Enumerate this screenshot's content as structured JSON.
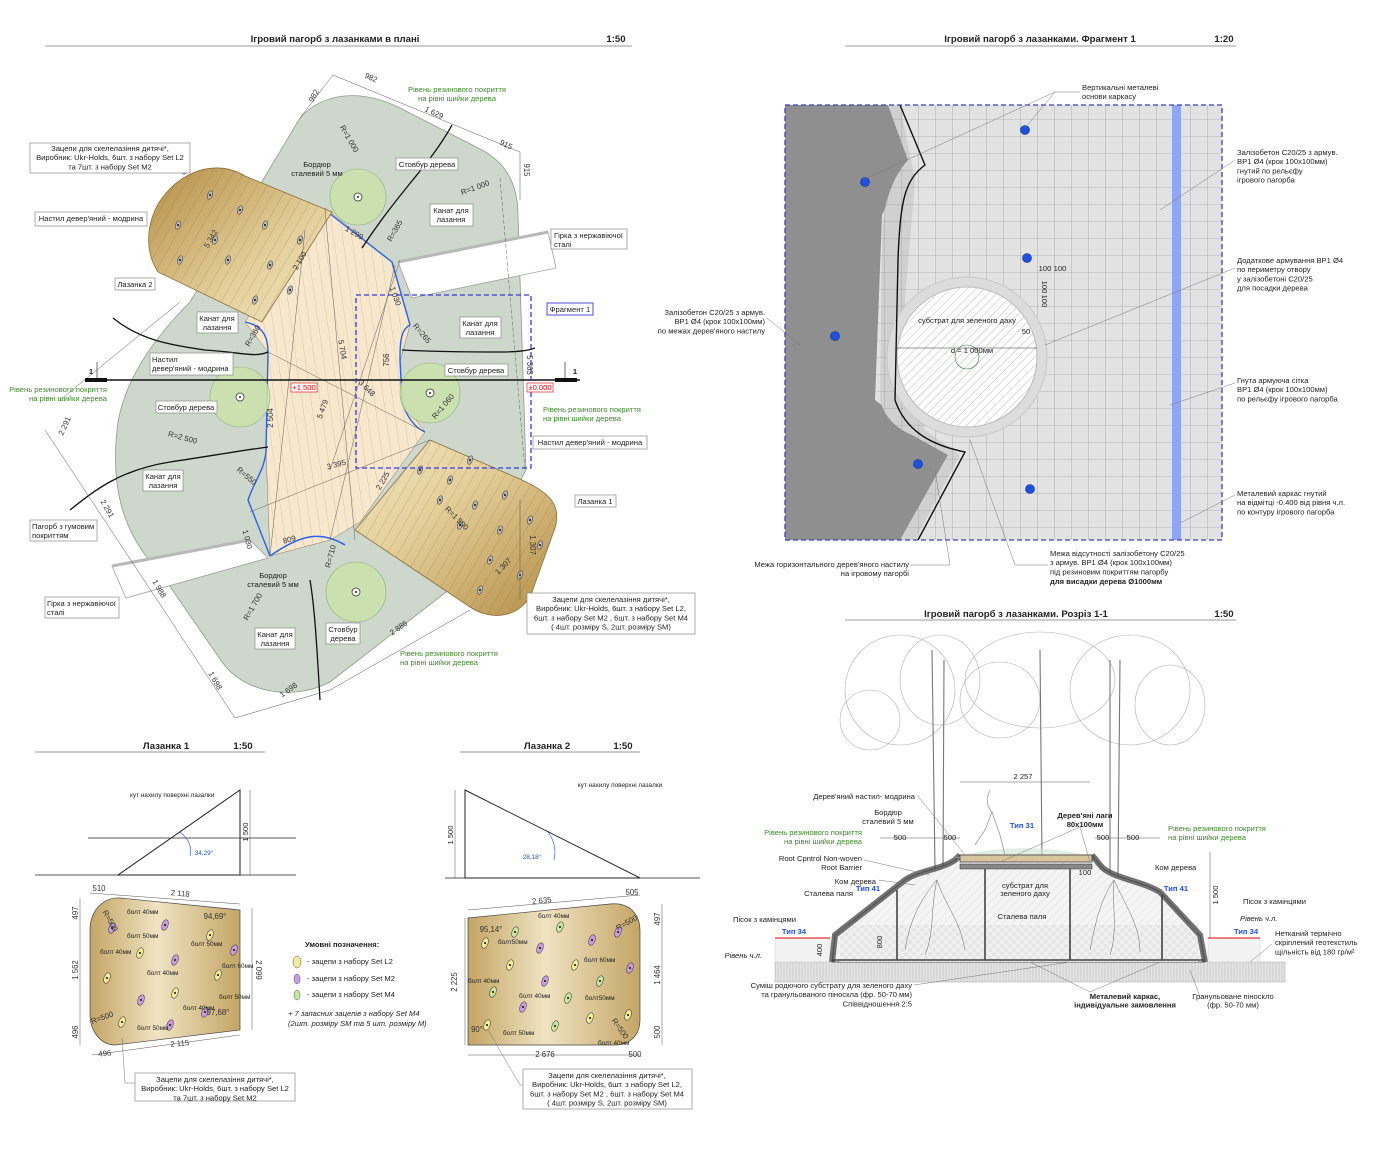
{
  "colors": {
    "hill": "#cdd7cc",
    "deck": "#f7e7cc",
    "climbing_wall": "#c2a160",
    "tree_pit": "#c9e3a9",
    "accent_blue": "#1f4fe0",
    "rubber_level_green": "#3d8a2a",
    "elevation_red": "#e00000",
    "hold_L2": "#f2eb9a",
    "hold_M2": "#c99be3",
    "hold_M4": "#c6e89c"
  },
  "plan": {
    "title": "Ігровий пагорб з лазанками в плані",
    "scale": "1:50",
    "section_marks": [
      "1",
      "1"
    ],
    "elevations": [
      "+1.500",
      "±0.000"
    ],
    "dims": [
      "982",
      "982",
      "1 629",
      "915",
      "915",
      "R=1 000",
      "R=1 000",
      "1 299",
      "R=365",
      "5 342",
      "2 100",
      "1 030",
      "R=360",
      "R=265",
      "5 704",
      "756",
      "5 363",
      "3 648",
      "2 504",
      "5 479",
      "R=1 060",
      "2 291",
      "R=2 500",
      "3 395",
      "2 225",
      "R=550",
      "R=1 500",
      "2 291",
      "1 030",
      "809",
      "R=710",
      "1 307",
      "1 307",
      "R=1 700",
      "1 988",
      "2 886",
      "1 698",
      "1 698"
    ],
    "labels": [
      {
        "lines": [
          "Зацепи для скелелазіння дитячі*,",
          "Виробник: Ukr-Holds, 6шт. з набору Set L2",
          "та 7шт. з набору Set M2"
        ]
      },
      {
        "lines": [
          "Настил девер'яний - модрина"
        ]
      },
      {
        "lines": [
          "Лазанка 2"
        ]
      },
      {
        "lines": [
          "Рівень резинового покриття",
          "на рівні шийки дерева"
        ]
      },
      {
        "lines": [
          "Бордюр",
          "сталевий 5 мм"
        ]
      },
      {
        "lines": [
          "Стовбур дерева"
        ]
      },
      {
        "lines": [
          "Канат для",
          "лазання"
        ]
      },
      {
        "lines": [
          "Гірка з нержавіючої",
          "сталі"
        ]
      },
      {
        "lines": [
          "Фрагмент 1"
        ]
      },
      {
        "lines": [
          "Канат для",
          "лазання"
        ]
      },
      {
        "lines": [
          "Канат для",
          "лазання"
        ]
      },
      {
        "lines": [
          "Настил",
          "девер'яний - модрина"
        ]
      },
      {
        "lines": [
          "Рівень резинового покриття",
          "на рівні шийки дерева"
        ]
      },
      {
        "lines": [
          "Стовбур дерева"
        ]
      },
      {
        "lines": [
          "Стовбур дерева"
        ]
      },
      {
        "lines": [
          "Рівень резинового покриття",
          "на рівні шийки дерева"
        ]
      },
      {
        "lines": [
          "Настил девер'яний - модрина"
        ]
      },
      {
        "lines": [
          "Канат для",
          "лазання"
        ]
      },
      {
        "lines": [
          "Лазанка 1"
        ]
      },
      {
        "lines": [
          "Пагорб з гумовим",
          "покриттям"
        ]
      },
      {
        "lines": [
          "Бордюр",
          "сталевий 5 мм"
        ]
      },
      {
        "lines": [
          "Гірка з нержавіючої",
          "сталі"
        ]
      },
      {
        "lines": [
          "Зацепи для скелелазіння дитячі*,",
          "Виробник: Ukr-Holds, 6шт. з набору Set L2,",
          "6шт. з набору Set M2 , 6шт. з набору Set M4",
          "( 4шт. розміру S, 2шт. розміру SM)"
        ]
      },
      {
        "lines": [
          "Канат для",
          "лазання"
        ]
      },
      {
        "lines": [
          "Стовбур",
          "дерева"
        ]
      },
      {
        "lines": [
          "Рівень резинового покриття",
          "на рівні шийки дерева"
        ]
      }
    ]
  },
  "fragment": {
    "title": "Ігровий пагорб з лазанками. Фрагмент 1",
    "scale": "1:20",
    "labels": [
      {
        "lines": [
          "Вертикальні металеві",
          "основи каркасу"
        ]
      },
      {
        "lines": [
          "Залізобетон С20/25 з армув.",
          "ВР1 Ø4 (крок 100х100мм)",
          "гнутий по рельєфу",
          "ігрового пагорба"
        ]
      },
      {
        "lines": [
          "Додаткове армування ВР1 Ø4",
          "по периметру отвору",
          "у залізобетоні С20/25",
          "для посадки дерева"
        ]
      },
      {
        "lines": [
          "Гнута армуюча сітка",
          "ВР1 Ø4 (крок 100х100мм)",
          "по рельєфу ігрового пагорба"
        ]
      },
      {
        "lines": [
          "Металевий каркас гнутий",
          "на відмітці -0.400 від рівня ч.л.",
          " по контуру ігрового пагорба"
        ]
      },
      {
        "lines": [
          "Залізобетон С20/25 з армув.",
          "ВР1 Ø4 (крок 100х100мм)",
          "по межах дерев'яного настилу"
        ]
      },
      {
        "lines": [
          "Межа горизонтального дерев'яного настилу",
          "на ігровому пагорбі"
        ]
      },
      {
        "lines": [
          "Межа відсутності залізобетону С20/25",
          "з армув. ВР1 Ø4 (крок 100х100мм)",
          "під резиновим покриттям пагорбу"
        ]
      },
      {
        "lines": [
          "для висадки дерева Ø1000мм"
        ]
      }
    ],
    "inner": [
      "субстрат для зеленого даху",
      "d = 1 000мм",
      "50",
      "100",
      "100",
      "100",
      "100"
    ]
  },
  "section": {
    "title": "Ігровий пагорб з лазанками. Розріз 1-1",
    "scale": "1:50",
    "labels": [
      {
        "lines": [
          "2 257"
        ]
      },
      {
        "lines": [
          "Дерев'яний настил- модрина"
        ]
      },
      {
        "lines": [
          "Бордюр",
          "сталевий 5 мм"
        ]
      },
      {
        "lines": [
          "Дерев'яні лаги",
          "80х100мм"
        ]
      },
      {
        "lines": [
          "Тип 31"
        ]
      },
      {
        "lines": [
          "Рівень резинового покриття",
          "на рівні шийки дерева"
        ]
      },
      {
        "lines": [
          "Рівень резинового покриття",
          "на рівні шийки дерева"
        ]
      },
      {
        "lines": [
          "500",
          "500",
          "500",
          "500"
        ]
      },
      {
        "lines": [
          "Root Cpntrol Non-woven",
          "Root Barrier"
        ]
      },
      {
        "lines": [
          "Ком дерева"
        ]
      },
      {
        "lines": [
          "Ком дерева"
        ]
      },
      {
        "lines": [
          "Тип 41"
        ]
      },
      {
        "lines": [
          "Тип 41"
        ]
      },
      {
        "lines": [
          "Сталева паля"
        ]
      },
      {
        "lines": [
          "Сталева паля"
        ]
      },
      {
        "lines": [
          "субстрат для",
          "зеленого даху"
        ]
      },
      {
        "lines": [
          "100"
        ]
      },
      {
        "lines": [
          "1 500"
        ]
      },
      {
        "lines": [
          "Пісок з камінцями"
        ]
      },
      {
        "lines": [
          "Пісок з камінцями"
        ]
      },
      {
        "lines": [
          "Тип 34"
        ]
      },
      {
        "lines": [
          "Тип 34"
        ]
      },
      {
        "lines": [
          "Рівень ч.л."
        ]
      },
      {
        "lines": [
          "Рівень ч.л."
        ]
      },
      {
        "lines": [
          "Нетканий термічно",
          "скріплений геотекстиль",
          "щільність від 180 гр/м²"
        ]
      },
      {
        "lines": [
          "800"
        ]
      },
      {
        "lines": [
          "400"
        ]
      },
      {
        "lines": [
          "Суміш родючого субстрату для зеленого даху",
          "та гранульованого піноскла (фр. 50-70 мм)",
          "Співвідношення 2:5"
        ]
      },
      {
        "lines": [
          "Металевий каркас,",
          "індивідуальне замовлення"
        ]
      },
      {
        "lines": [
          "Гранульоване піноскло",
          "(фр. 50-70 мм)"
        ]
      }
    ]
  },
  "lazanka1": {
    "title": "Лазанка 1",
    "scale": "1:50",
    "angle_caption": "кут нахилу поверхні лазалки",
    "angle": "34,29°",
    "height": "1 500",
    "dims": [
      "510",
      "2 118",
      "497",
      "1 562",
      "496",
      "2 099",
      "2 115",
      "496",
      "R=500",
      "R=500",
      "94,69°",
      "97,68°"
    ],
    "bolts": [
      "болт 40мм",
      "болт 50мм",
      "болт 40мм",
      "болт 50мм",
      "болт 40мм",
      "болт 60мм",
      "болт 50мм",
      "болт 40мм",
      "болт 50мм"
    ],
    "callout": {
      "lines": [
        "Зацепи для скелелазіння дитячі*,",
        "Виробник: Ukr-Holds, 6шт. з набору Set L2",
        "та 7шт. з набору Set M2"
      ]
    }
  },
  "lazanka2": {
    "title": "Лазанка 2",
    "scale": "1:50",
    "angle_caption": "кут нахилу поверхні лазалки",
    "angle": "28,18°",
    "height": "1 500",
    "dims": [
      "2 635",
      "505",
      "497",
      "1 464",
      "500",
      "2 225",
      "2 676",
      "500",
      "R=500",
      "R=500",
      "95,14°",
      "90°"
    ],
    "bolts": [
      "болт 40мм",
      "болт50мм",
      "болт 60мм",
      "болт 40мм",
      "болт 40мм",
      "болт50мм",
      "болт 50мм",
      "болт 40мм"
    ],
    "callout": {
      "lines": [
        "Зацепи для скелелазіння дитячі*,",
        "Виробник: Ukr-Holds, 6шт. з набору Set L2,",
        "6шт. з набору Set M2 , 6шт. з набору Set M4",
        "( 4шт. розміру S, 2шт. розміру SM)"
      ]
    }
  },
  "legend": {
    "title": "Умовні позначення:",
    "items": [
      "- зацепи з набору Set L2",
      "- зацепи з набору Set M2",
      "- зацепи з набору Set M4"
    ],
    "note": [
      "+ 7 запасних зацепів з набору Set M4",
      "(2шт. розміру SM та 5 шт. розміру M)"
    ]
  }
}
